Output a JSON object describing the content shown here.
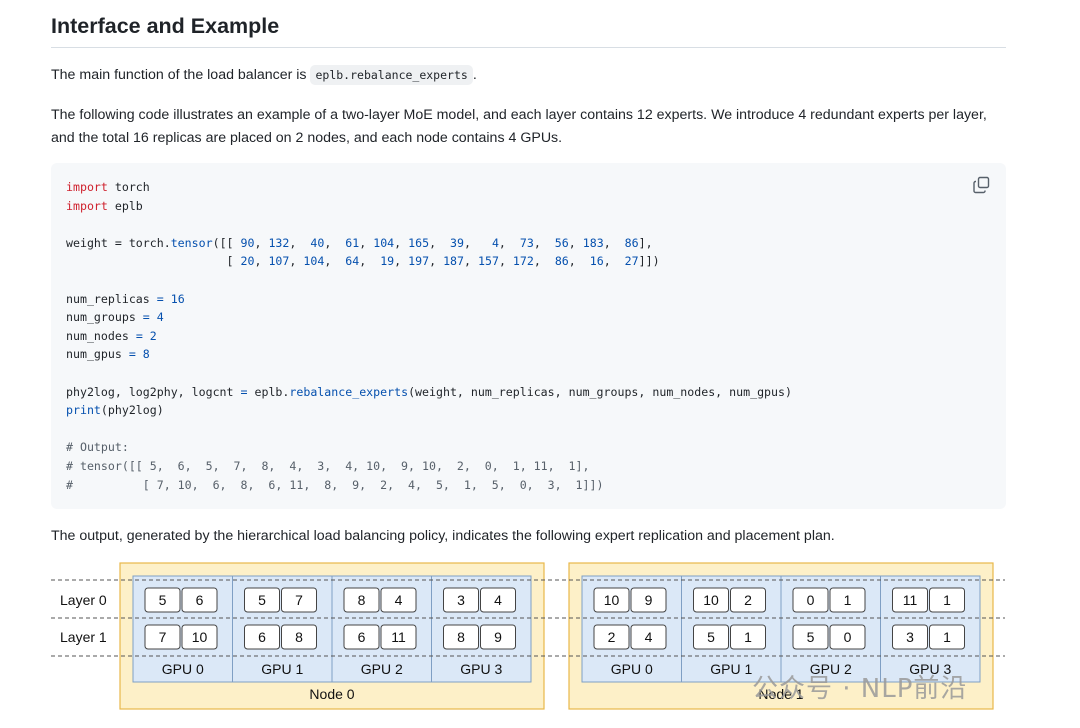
{
  "heading": "Interface and Example",
  "intro": {
    "prefix": "The main function of the load balancer is ",
    "code": "eplb.rebalance_experts",
    "suffix": "."
  },
  "description": "The following code illustrates an example of a two-layer MoE model, and each layer contains 12 experts. We introduce 4 redundant experts per layer, and the total 16 replicas are placed on 2 nodes, and each node contains 4 GPUs.",
  "code_lines": [
    [
      {
        "t": "import",
        "c": "kw"
      },
      {
        "t": " torch"
      }
    ],
    [
      {
        "t": "import",
        "c": "kw"
      },
      {
        "t": " eplb"
      }
    ],
    [],
    [
      {
        "t": "weight = torch."
      },
      {
        "t": "tensor",
        "c": "fn"
      },
      {
        "t": "([[ "
      },
      {
        "t": "90",
        "c": "num"
      },
      {
        "t": ", "
      },
      {
        "t": "132",
        "c": "num"
      },
      {
        "t": ",  "
      },
      {
        "t": "40",
        "c": "num"
      },
      {
        "t": ",  "
      },
      {
        "t": "61",
        "c": "num"
      },
      {
        "t": ", "
      },
      {
        "t": "104",
        "c": "num"
      },
      {
        "t": ", "
      },
      {
        "t": "165",
        "c": "num"
      },
      {
        "t": ",  "
      },
      {
        "t": "39",
        "c": "num"
      },
      {
        "t": ",   "
      },
      {
        "t": "4",
        "c": "num"
      },
      {
        "t": ",  "
      },
      {
        "t": "73",
        "c": "num"
      },
      {
        "t": ",  "
      },
      {
        "t": "56",
        "c": "num"
      },
      {
        "t": ", "
      },
      {
        "t": "183",
        "c": "num"
      },
      {
        "t": ",  "
      },
      {
        "t": "86",
        "c": "num"
      },
      {
        "t": "],"
      }
    ],
    [
      {
        "t": "                       [ "
      },
      {
        "t": "20",
        "c": "num"
      },
      {
        "t": ", "
      },
      {
        "t": "107",
        "c": "num"
      },
      {
        "t": ", "
      },
      {
        "t": "104",
        "c": "num"
      },
      {
        "t": ",  "
      },
      {
        "t": "64",
        "c": "num"
      },
      {
        "t": ",  "
      },
      {
        "t": "19",
        "c": "num"
      },
      {
        "t": ", "
      },
      {
        "t": "197",
        "c": "num"
      },
      {
        "t": ", "
      },
      {
        "t": "187",
        "c": "num"
      },
      {
        "t": ", "
      },
      {
        "t": "157",
        "c": "num"
      },
      {
        "t": ", "
      },
      {
        "t": "172",
        "c": "num"
      },
      {
        "t": ",  "
      },
      {
        "t": "86",
        "c": "num"
      },
      {
        "t": ",  "
      },
      {
        "t": "16",
        "c": "num"
      },
      {
        "t": ",  "
      },
      {
        "t": "27",
        "c": "num"
      },
      {
        "t": "]])"
      }
    ],
    [],
    [
      {
        "t": "num_replicas "
      },
      {
        "t": "=",
        "c": "op"
      },
      {
        "t": " "
      },
      {
        "t": "16",
        "c": "num"
      }
    ],
    [
      {
        "t": "num_groups "
      },
      {
        "t": "=",
        "c": "op"
      },
      {
        "t": " "
      },
      {
        "t": "4",
        "c": "num"
      }
    ],
    [
      {
        "t": "num_nodes "
      },
      {
        "t": "=",
        "c": "op"
      },
      {
        "t": " "
      },
      {
        "t": "2",
        "c": "num"
      }
    ],
    [
      {
        "t": "num_gpus "
      },
      {
        "t": "=",
        "c": "op"
      },
      {
        "t": " "
      },
      {
        "t": "8",
        "c": "num"
      }
    ],
    [],
    [
      {
        "t": "phy2log, log2phy, logcnt "
      },
      {
        "t": "=",
        "c": "op"
      },
      {
        "t": " eplb."
      },
      {
        "t": "rebalance_experts",
        "c": "fn"
      },
      {
        "t": "(weight, num_replicas, num_groups, num_nodes, num_gpus)"
      }
    ],
    [
      {
        "t": "print",
        "c": "fn"
      },
      {
        "t": "(phy2log)"
      }
    ],
    [],
    [
      {
        "t": "# Output:",
        "c": "cm"
      }
    ],
    [
      {
        "t": "# tensor([[ 5,  6,  5,  7,  8,  4,  3,  4, 10,  9, 10,  2,  0,  1, 11,  1],",
        "c": "cm"
      }
    ],
    [
      {
        "t": "#          [ 7, 10,  6,  8,  6, 11,  8,  9,  2,  4,  5,  1,  5,  0,  3,  1]])",
        "c": "cm"
      }
    ]
  ],
  "colors": {
    "keyword": "#cf222e",
    "function": "#0550ae",
    "number": "#0550ae",
    "operator": "#0550ae",
    "comment": "#57606a",
    "node_fill": "#fdf0c8",
    "node_stroke": "#e8b84a",
    "gpu_fill": "#dbe8f7",
    "gpu_stroke": "#7f9fc4"
  },
  "output_text": "The output, generated by the hierarchical load balancing policy, indicates the following expert replication and placement plan.",
  "diagram": {
    "layer_labels": [
      "Layer 0",
      "Layer 1"
    ],
    "nodes": [
      {
        "label": "Node 0",
        "gpus": [
          {
            "label": "GPU 0",
            "layer0": [
              "5",
              "6"
            ],
            "layer1": [
              "7",
              "10"
            ]
          },
          {
            "label": "GPU 1",
            "layer0": [
              "5",
              "7"
            ],
            "layer1": [
              "6",
              "8"
            ]
          },
          {
            "label": "GPU 2",
            "layer0": [
              "8",
              "4"
            ],
            "layer1": [
              "6",
              "11"
            ]
          },
          {
            "label": "GPU 3",
            "layer0": [
              "3",
              "4"
            ],
            "layer1": [
              "8",
              "9"
            ]
          }
        ]
      },
      {
        "label": "Node 1",
        "gpus": [
          {
            "label": "GPU 0",
            "layer0": [
              "10",
              "9"
            ],
            "layer1": [
              "2",
              "4"
            ]
          },
          {
            "label": "GPU 1",
            "layer0": [
              "10",
              "2"
            ],
            "layer1": [
              "5",
              "1"
            ]
          },
          {
            "label": "GPU 2",
            "layer0": [
              "0",
              "1"
            ],
            "layer1": [
              "5",
              "0"
            ]
          },
          {
            "label": "GPU 3",
            "layer0": [
              "11",
              "1"
            ],
            "layer1": [
              "3",
              "1"
            ]
          }
        ]
      }
    ]
  },
  "watermark": "公众号 · NLP前沿",
  "icons": {
    "copy": "copy-icon"
  }
}
